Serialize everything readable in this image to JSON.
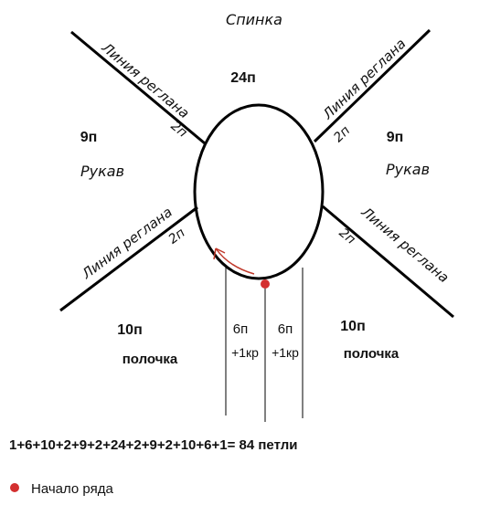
{
  "back": {
    "label": "Спинка",
    "count": "24п"
  },
  "raglan": {
    "label": "Линия реглана",
    "increase": "2п"
  },
  "sleeve_left": {
    "count": "9п",
    "label": "Рукав"
  },
  "sleeve_right": {
    "count": "9п",
    "label": "Рукав"
  },
  "front_left": {
    "count": "10п",
    "label": "полочка"
  },
  "front_right": {
    "count": "10п",
    "label": "полочка"
  },
  "center_left": {
    "count": "6п",
    "extra": "+1кр"
  },
  "center_right": {
    "count": "6п",
    "extra": "+1кр"
  },
  "formula": "1+6+10+2+9+2+24+2+9+2+10+6+1= 84 петли",
  "legend": {
    "label": "Начало ряда",
    "color": "#d32f2f"
  },
  "colors": {
    "line": "#000000",
    "marker": "#d32f2f",
    "arrow": "#c0392b"
  }
}
